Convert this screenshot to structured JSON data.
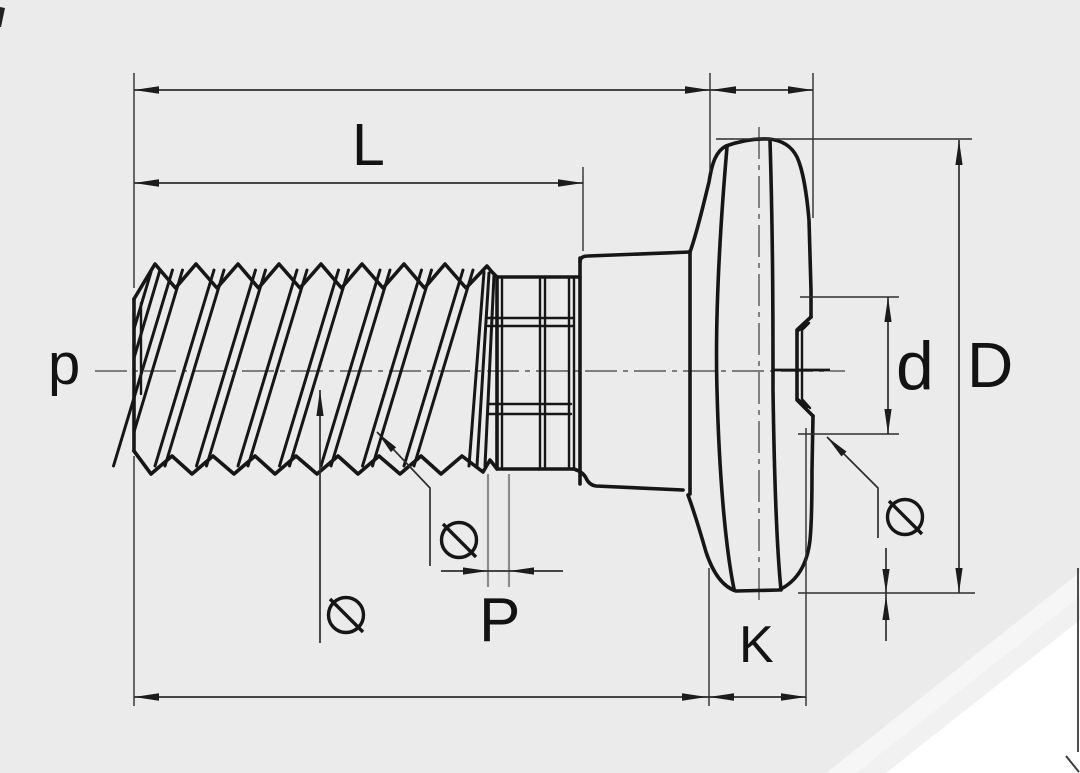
{
  "drawing": {
    "type": "technical-drawing",
    "subject": "pan-head screw side view with dimension callouts",
    "colors": {
      "background": "#ebebeb",
      "band_light": "#f1f1f1",
      "band_lighter": "#f6f6f6",
      "corner_white": "#ffffff",
      "line": "#161616",
      "dimension": "#2e2e2e",
      "muted": "#8c8c8c"
    },
    "labels": {
      "axis": "p",
      "length": "L",
      "pitch": "P",
      "head_height": "K",
      "boss_diameter": "d",
      "head_diameter": "D"
    },
    "symbols": {
      "diameter": "Ø"
    }
  }
}
